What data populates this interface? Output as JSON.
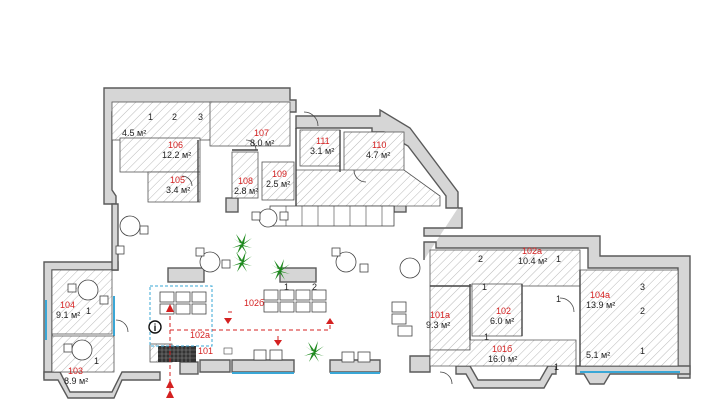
{
  "rooms": [
    {
      "id": "106",
      "area": "12.2 м²"
    },
    {
      "id": "107",
      "area": "8.0 м²"
    },
    {
      "id": "111",
      "area": "3.1 м²"
    },
    {
      "id": "110",
      "area": "4.7 м²"
    },
    {
      "id": "105",
      "area": "3.4 м²"
    },
    {
      "id": "108",
      "area": "2.8 м²"
    },
    {
      "id": "109",
      "area": "2.5 м²"
    },
    {
      "id": "104",
      "area": "9.1 м²"
    },
    {
      "id": "103",
      "area": "8.9 м²"
    },
    {
      "id": "102б",
      "area": ""
    },
    {
      "id": "102а",
      "area": ""
    },
    {
      "id": "101",
      "area": ""
    },
    {
      "id": "102a",
      "area": "10.4 м²"
    },
    {
      "id": "104a",
      "area": "13.9 м²"
    },
    {
      "id": "101a",
      "area": "9.3 м²"
    },
    {
      "id": "102",
      "area": "6.0 м²"
    },
    {
      "id": "101б",
      "area": "16.0 м²"
    }
  ],
  "unlabeled_areas": [
    "4.5 м²",
    "5.1 м²"
  ],
  "seat_numbers": [
    "1",
    "2",
    "3",
    "1",
    "1",
    "2",
    "2",
    "1",
    "1",
    "1",
    "3",
    "2",
    "1",
    "1",
    "1",
    "1"
  ],
  "info_symbol": "i",
  "colors": {
    "room_number": "#d42020",
    "window": "#3aa7d6",
    "evacuation_route": "#d42020",
    "plant": "#1f8a1f"
  }
}
